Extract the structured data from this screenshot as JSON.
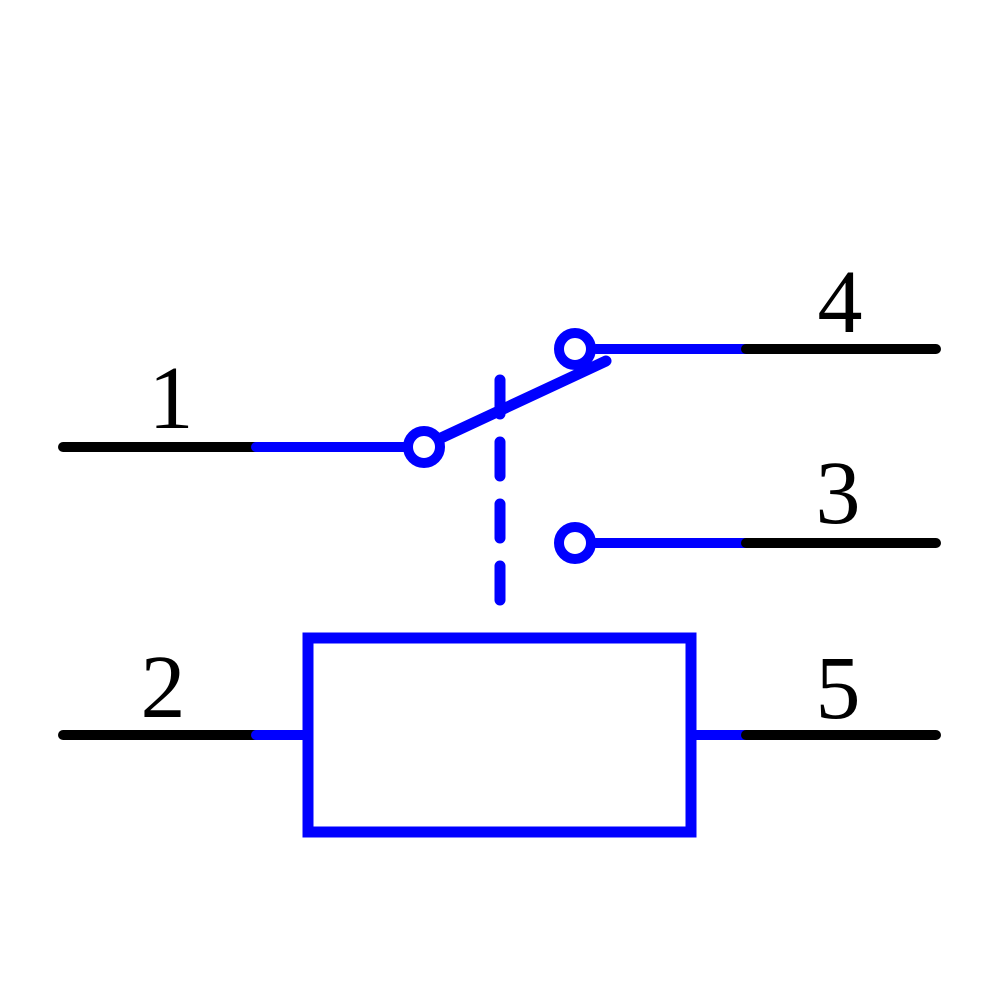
{
  "diagram": {
    "type": "relay-schematic",
    "title": "",
    "description": "5-terminal relay symbol: SPDT switch contacts (common pin 1, throw pins 4 and 3) mechanically linked by a dashed actuator line to a rectangular coil box between pins 2 and 5"
  },
  "colors": {
    "wire": "#0000ff",
    "terminal": "#000000",
    "background": "#ffffff"
  },
  "pins": [
    {
      "label": "1",
      "role": "switch-common"
    },
    {
      "label": "2",
      "role": "coil-left"
    },
    {
      "label": "3",
      "role": "switch-throw-lower"
    },
    {
      "label": "4",
      "role": "switch-throw-upper"
    },
    {
      "label": "5",
      "role": "coil-right"
    }
  ],
  "components": {
    "switch": "SPDT contact arm, closed toward pin 4",
    "coil": "rectangle coil box",
    "link": "vertical dashed mechanical-link line"
  }
}
